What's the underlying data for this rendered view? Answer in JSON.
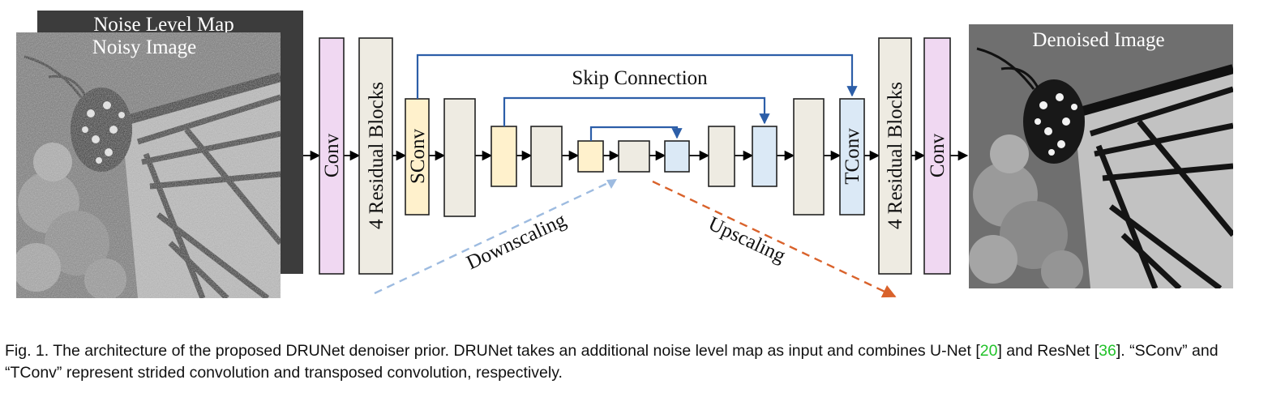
{
  "diagram": {
    "input": {
      "noise_map_label": "Noise Level Map",
      "image_label": "Noisy Image"
    },
    "output": {
      "image_label": "Denoised Image"
    },
    "encoder": {
      "conv_label": "Conv",
      "res_label": "4 Residual Blocks",
      "sconv_label": "SConv"
    },
    "decoder": {
      "tconv_label": "TConv",
      "res_label": "4 Residual Blocks",
      "conv_label": "Conv"
    },
    "skip_label": "Skip Connection",
    "down_label": "Downscaling",
    "up_label": "Upscaling",
    "colors": {
      "conv": "#f0d8f2",
      "residual": "#eeebe2",
      "sconv": "#fff1cc",
      "tconv": "#dbe9f6",
      "skip_arrow": "#2c5ea8",
      "down_arrow": "#9dbbe0",
      "up_arrow": "#d9622b",
      "noise_map": "#3c3c3c"
    },
    "icons": [
      "butterfly-image-noisy",
      "butterfly-image-clean"
    ]
  },
  "caption": {
    "part1": "Fig. 1. The architecture of the proposed DRUNet denoiser prior. DRUNet takes an additional noise level map as input and combines U-Net [",
    "ref1": "20",
    "part2": "] and ResNet [",
    "ref2": "36",
    "part3": "]. “SConv” and “TConv” represent strided convolution and transposed convolution, respectively."
  }
}
